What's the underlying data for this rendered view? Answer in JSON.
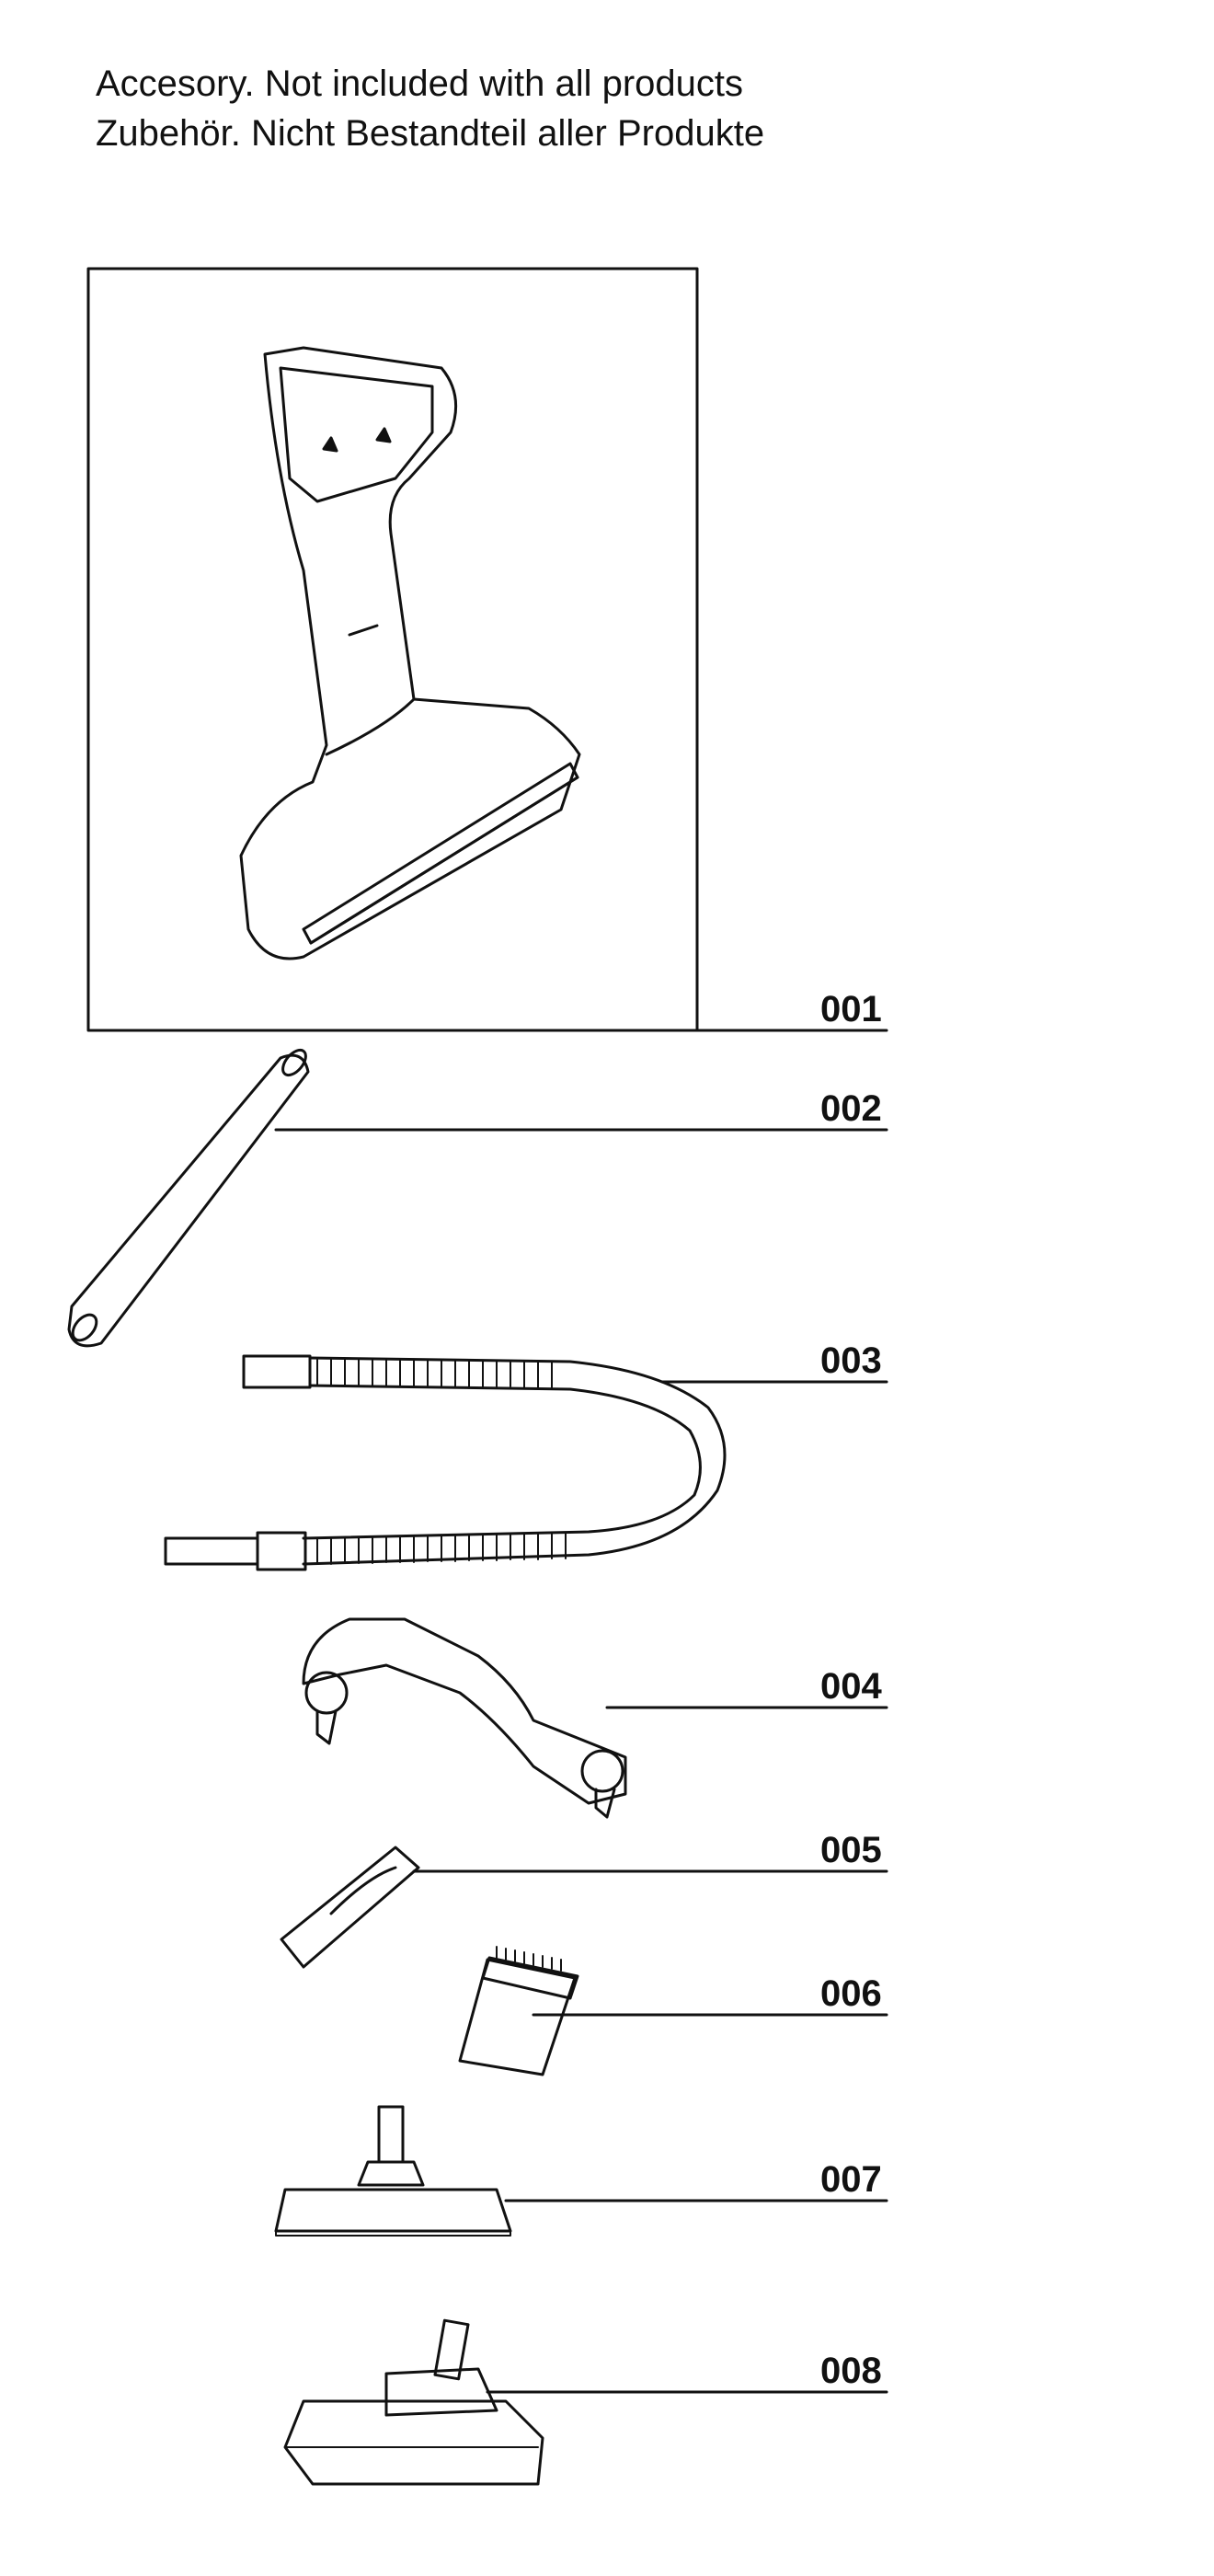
{
  "header": {
    "line_en": "Accesory. Not included with all products",
    "line_de": "Zubehör. Nicht Bestandteil aller Produkte"
  },
  "parts": [
    {
      "number": "001",
      "icon": "handheld-tool-icon"
    },
    {
      "number": "002",
      "icon": "extension-tube-icon"
    },
    {
      "number": "003",
      "icon": "hose-icon"
    },
    {
      "number": "004",
      "icon": "carry-strap-icon"
    },
    {
      "number": "005",
      "icon": "crevice-tool-icon"
    },
    {
      "number": "006",
      "icon": "dusting-brush-icon"
    },
    {
      "number": "007",
      "icon": "floor-nozzle-icon"
    },
    {
      "number": "008",
      "icon": "combination-floor-nozzle-icon"
    }
  ]
}
